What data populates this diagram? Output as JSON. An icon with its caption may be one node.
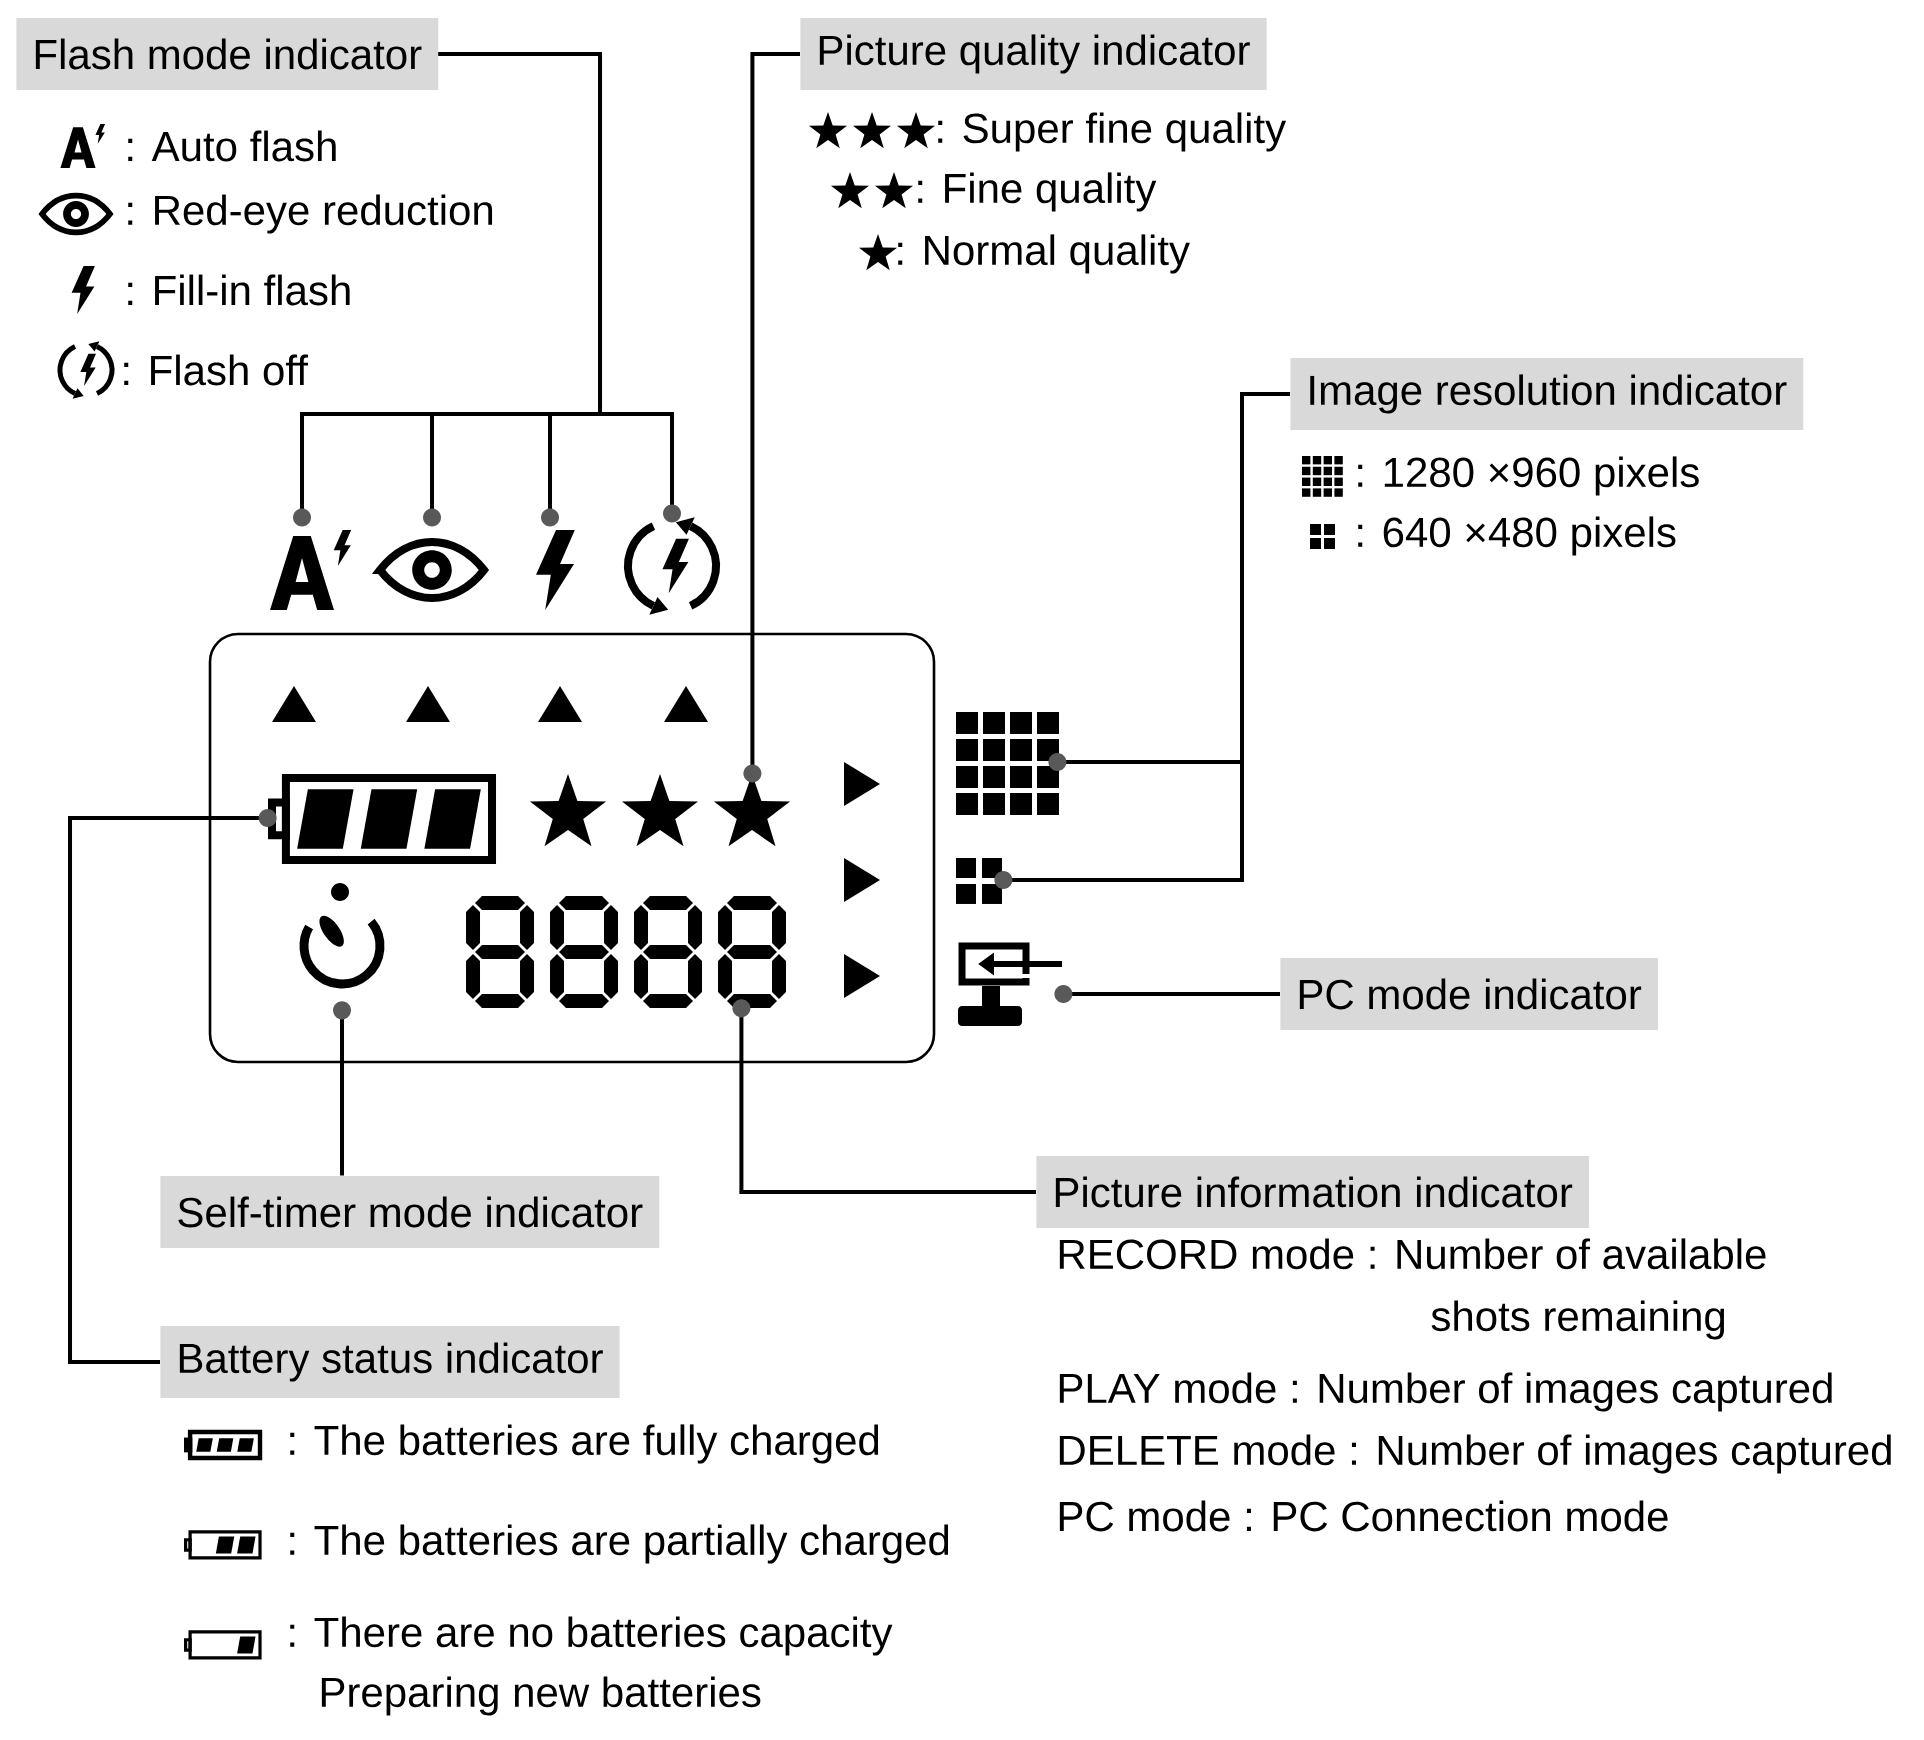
{
  "diagram": {
    "nodes": [
      {
        "text": [
          "Flash mode indicator"
        ],
        "beside": [
          ": Auto flash",
          ": Red-eye reduction",
          ": Fill-in flash",
          ": Flash off"
        ]
      },
      {
        "text": [
          "Picture quality indicator"
        ],
        "beside": [
          ": Super fine quality",
          ": Fine quality",
          ": Normal quality"
        ]
      },
      {
        "text": [
          "Image resolution indicator"
        ],
        "beside": [
          ": 1280 ×960 pixels",
          ": 640 ×480 pixels"
        ]
      },
      {
        "text": [
          "PC mode indicator"
        ]
      },
      {
        "text": [
          "Self-timer mode indicator"
        ]
      },
      {
        "text": [
          "Picture information indicator"
        ],
        "beside": [
          "RECORD mode : Number of available shots remaining",
          "PLAY mode : Number of images captured",
          "DELETE mode : Number of images captured",
          "PC mode : PC Connection mode"
        ]
      },
      {
        "text": [
          "Battery status indicator"
        ],
        "beside": [
          ": The batteries are fully charged",
          ": The batteries are partially charged",
          ": There are no batteries capacity Preparing new batteries"
        ]
      },
      {
        "text": [],
        "shape": "icon"
      },
      {
        "text": [],
        "shape": "icon"
      },
      {
        "text": [],
        "shape": "icon"
      },
      {
        "text": [],
        "shape": "icon"
      },
      {
        "text": [],
        "shape": "icon"
      },
      {
        "text": [],
        "shape": "icon"
      },
      {
        "text": [],
        "shape": "icon"
      },
      {
        "text": [],
        "shape": "icon"
      },
      {
        "text": [],
        "shape": "icon"
      },
      {
        "text": [],
        "shape": "icon"
      },
      {
        "text": [],
        "shape": "icon"
      }
    ],
    "edges": [
      {
        "from": 0,
        "to": 7,
        "arrow": "other"
      },
      {
        "from": 0,
        "to": 8,
        "arrow": "other"
      },
      {
        "from": 0,
        "to": 9,
        "arrow": "other"
      },
      {
        "from": 0,
        "to": 10,
        "arrow": "other"
      },
      {
        "from": 1,
        "to": 11,
        "arrow": "other"
      },
      {
        "from": 2,
        "to": 12,
        "arrow": "other"
      },
      {
        "from": 2,
        "to": 13,
        "arrow": "other"
      },
      {
        "from": 3,
        "to": 14,
        "arrow": "other"
      },
      {
        "from": 4,
        "to": 15,
        "arrow": "other"
      },
      {
        "from": 5,
        "to": 16,
        "arrow": "other"
      },
      {
        "from": 6,
        "to": 17,
        "arrow": "other"
      }
    ]
  }
}
